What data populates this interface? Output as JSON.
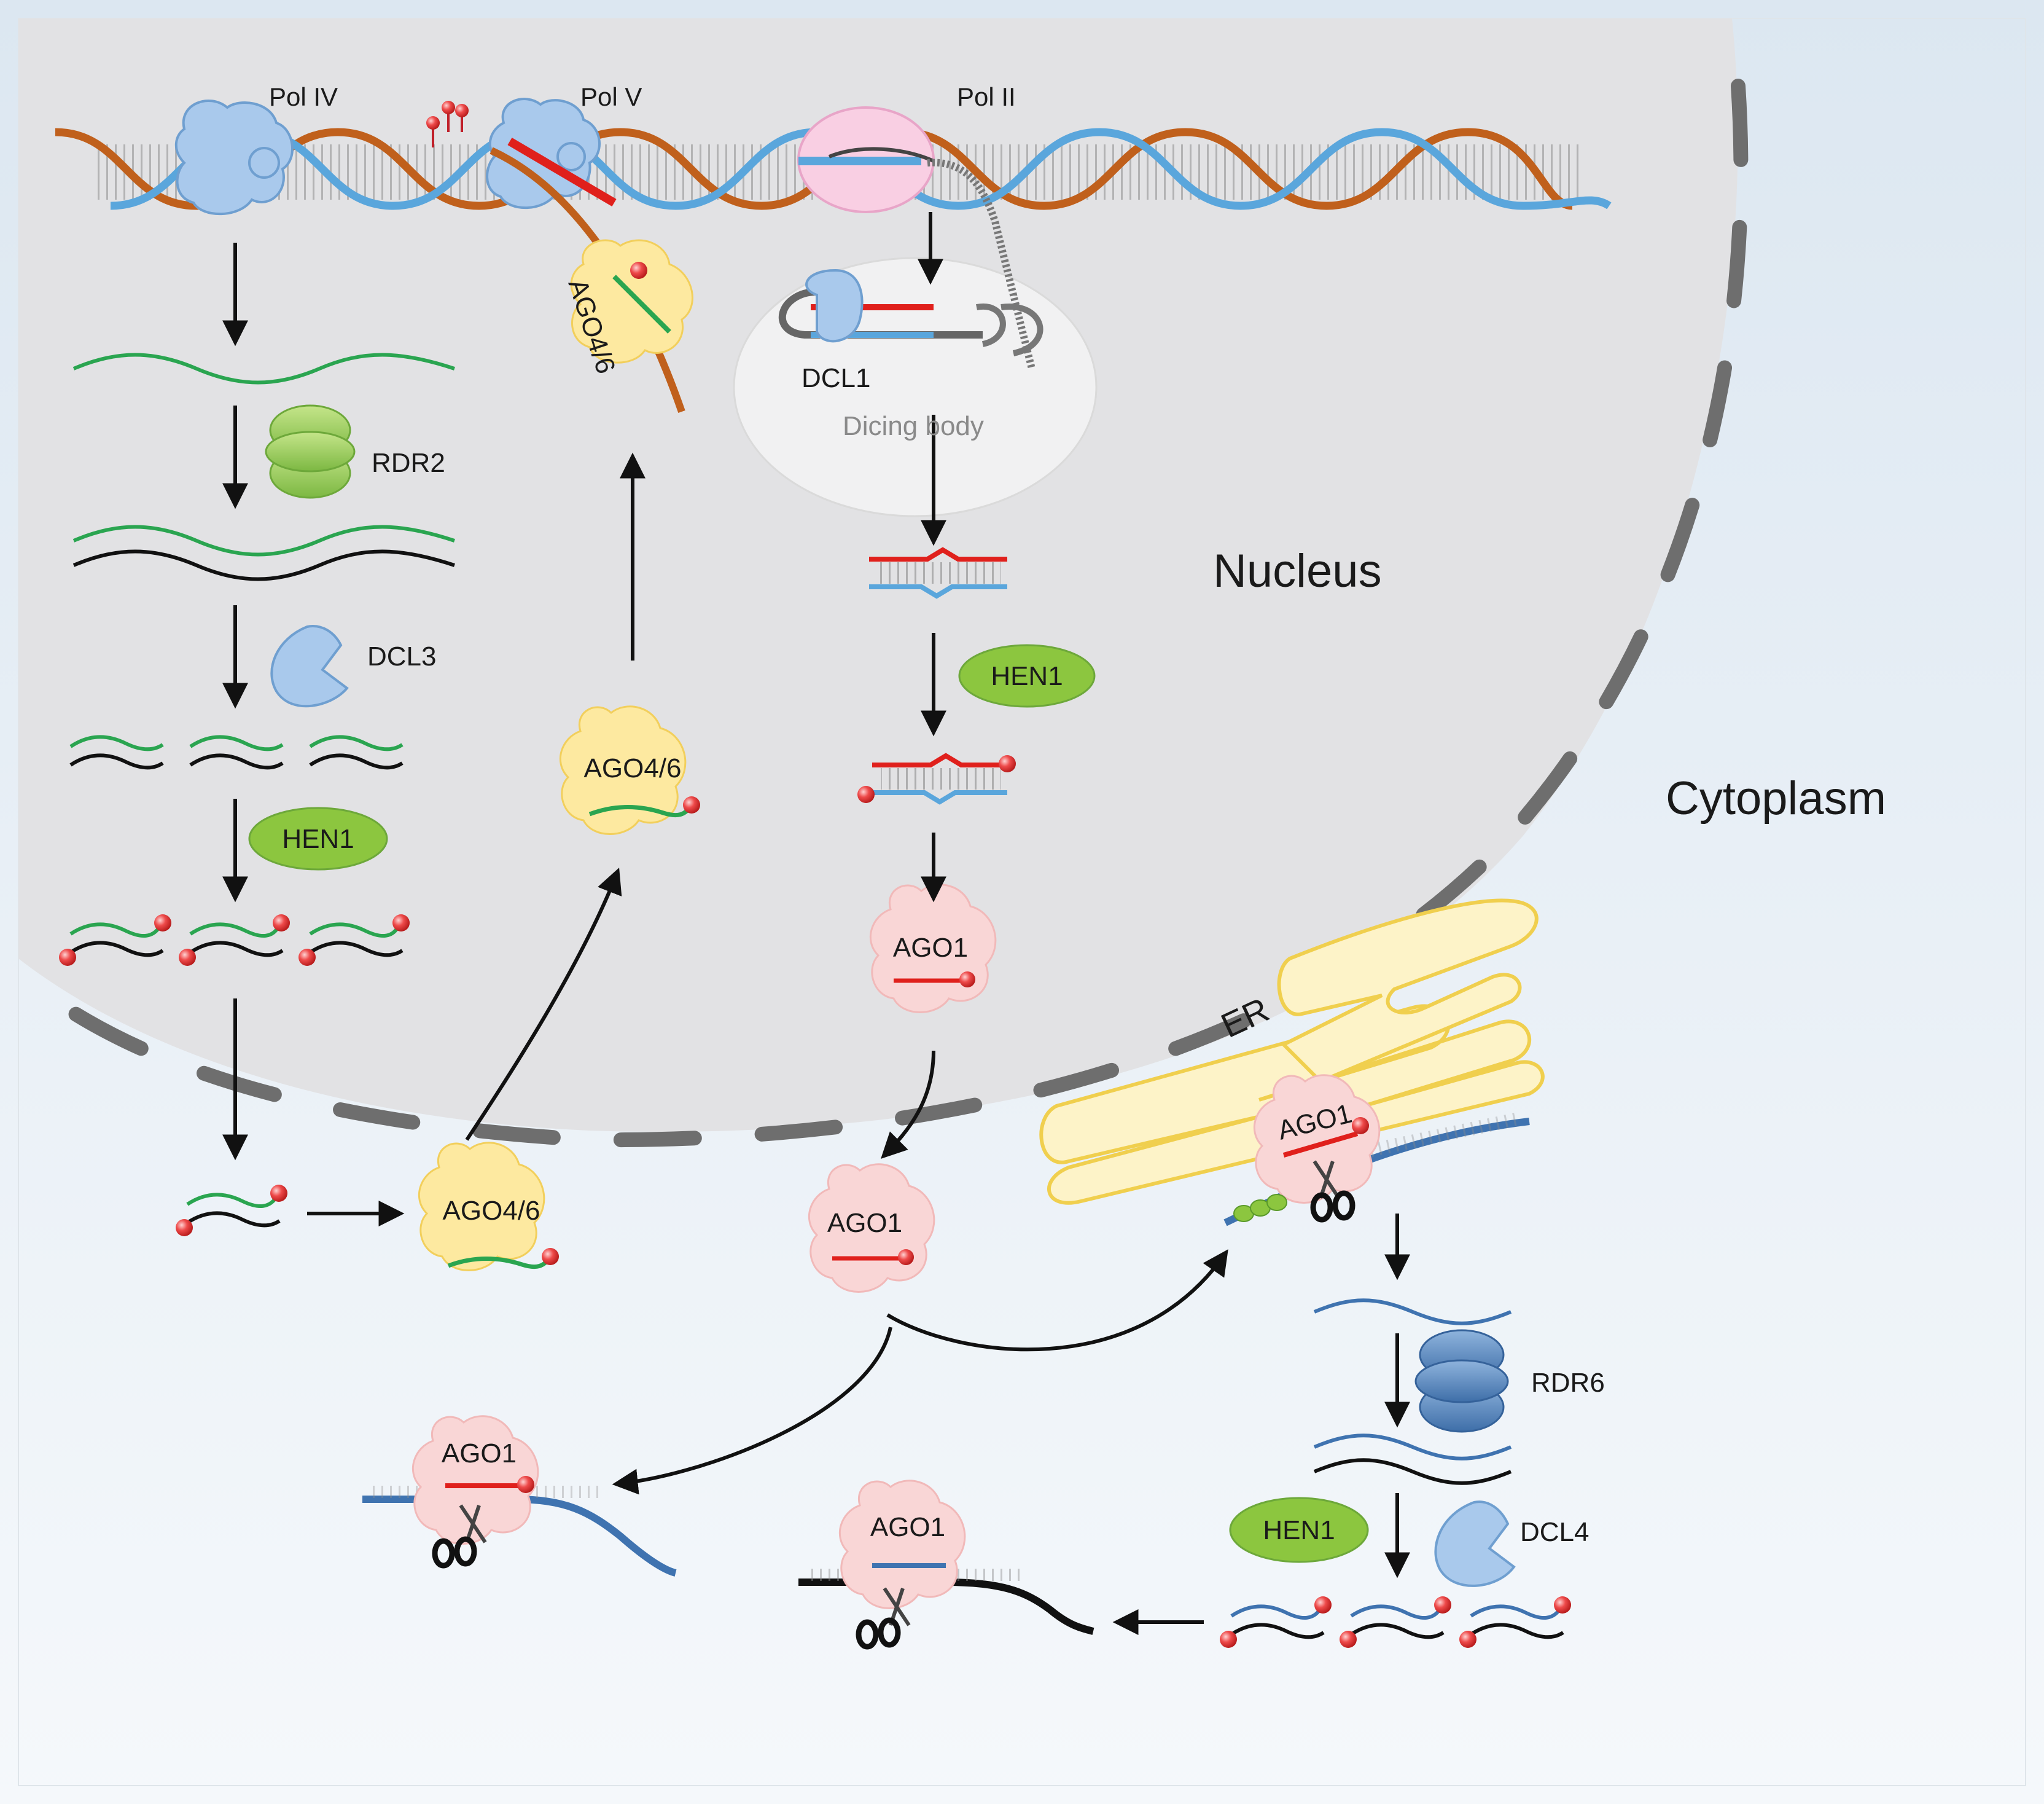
{
  "compartments": {
    "nucleus": "Nucleus",
    "cytoplasm": "Cytoplasm",
    "dicing_body": "Dicing body",
    "er": "ER"
  },
  "polymerases": {
    "pol_iv": "Pol IV",
    "pol_v": "Pol V",
    "pol_ii": "Pol II"
  },
  "proteins": {
    "rdr2": "RDR2",
    "dcl3": "DCL3",
    "hen1_left": "HEN1",
    "ago46_nuclear": "AGO4/6",
    "ago46_chromatin": "AGO4/6",
    "ago46_cyto": "AGO4/6",
    "dcl1": "DCL1",
    "hen1_mid": "HEN1",
    "ago1_nuclear": "AGO1",
    "ago1_cyto": "AGO1",
    "ago1_er": "AGO1",
    "ago1_cleave_left": "AGO1",
    "ago1_cleave_bottom": "AGO1",
    "rdr6": "RDR6",
    "hen1_right": "HEN1",
    "dcl4": "DCL4"
  },
  "colors": {
    "background_top": "#dde8f2",
    "background_bottom": "#f4f8fb",
    "nucleus_fill": "#e1e1e3",
    "envelope": "#6b6b6b",
    "dna_orange": "#c0601c",
    "dna_blue": "#5aa6dc",
    "rna_green": "#2aa550",
    "rna_black": "#111111",
    "mirna_red": "#e0201c",
    "mrna_blue": "#3f73b0",
    "methyl_red": "#e8383a",
    "protein_blue": "#a9c9ec",
    "protein_yellow": "#fde9a0",
    "protein_pink": "#f9d6d6",
    "protein_green": "#8cc63f",
    "er_yellow": "#f3d35a",
    "dicing_body": "#f0f0f1"
  }
}
